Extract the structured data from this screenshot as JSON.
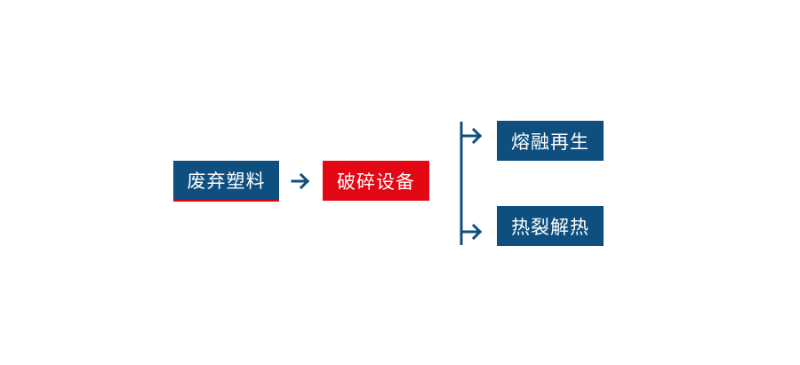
{
  "nodes": {
    "waste_plastic": "废弃塑料",
    "crushing_equipment": "破碎设备",
    "melt_regeneration": "熔融再生",
    "pyrolysis": "热裂解热"
  },
  "colors": {
    "primary_blue": "#0e4f80",
    "accent_red": "#e30613",
    "background": "#ffffff"
  }
}
